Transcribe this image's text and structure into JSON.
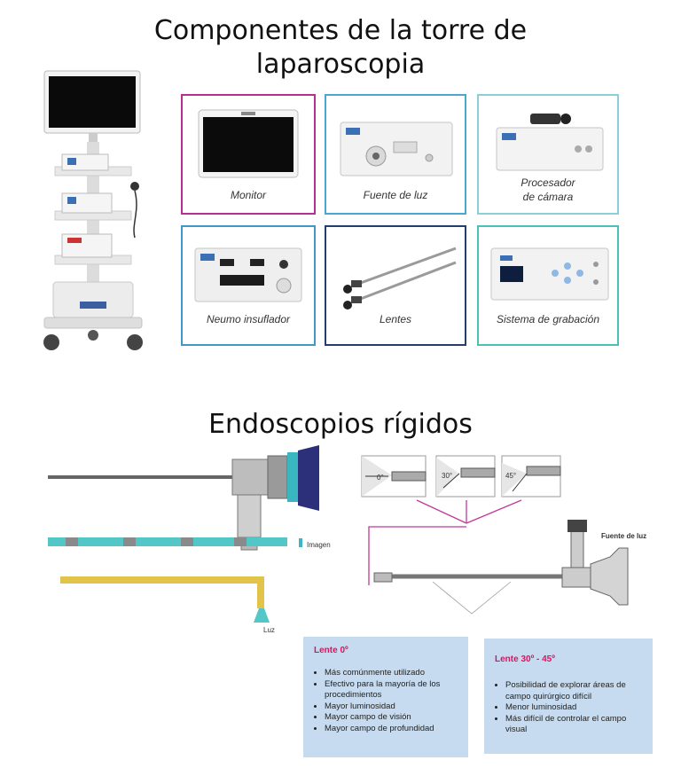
{
  "section_tower": {
    "title_line1": "Componentes de la torre de",
    "title_line2": "laparoscopia",
    "components": [
      {
        "label": "Monitor",
        "border": "#b5308f"
      },
      {
        "label": "Fuente de luz",
        "border": "#4aa7cf"
      },
      {
        "label_line1": "Procesador",
        "label_line2": "de cámara",
        "border": "#8ccfd9"
      },
      {
        "label": "Neumo insuflador",
        "border": "#3f97c7"
      },
      {
        "label": "Lentes",
        "border": "#233e6b"
      },
      {
        "label": "Sistema de grabación",
        "border": "#4cc0b5"
      }
    ]
  },
  "section_endoscopes": {
    "title": "Endoscopios rígidos",
    "left_diagram": {
      "image_label": "Imagen",
      "light_label": "Luz"
    },
    "right_diagram": {
      "angles": [
        "0°",
        "30°",
        "45°"
      ],
      "light_source_label": "Fuente de luz"
    },
    "lens_0": {
      "heading": "Lente 0º",
      "bullets": [
        "Más comúnmente utilizado",
        "Efectivo para la mayoría de los procedimientos",
        "Mayor luminosidad",
        "Mayor campo de visión",
        "Mayor campo de profundidad"
      ]
    },
    "lens_30_45": {
      "heading": "Lente 30º - 45º",
      "bullets": [
        "Posibilidad de explorar áreas de campo quirúrgico difícil",
        "Menor luminosidad",
        "Más difícil de controlar el campo visual"
      ]
    }
  },
  "colors": {
    "accent_pink": "#e0115f",
    "info_box_bg": "#c6dbef",
    "teal": "#39b6c0",
    "magenta_line": "#c0399a"
  }
}
